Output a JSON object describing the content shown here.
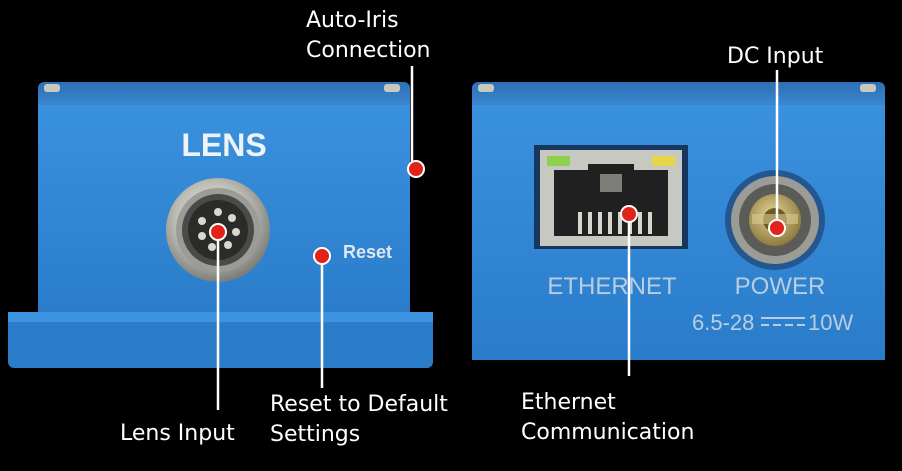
{
  "colors": {
    "background": "#000000",
    "housing_blue": "#2f86d6",
    "housing_dark": "#1d5fa6",
    "marker_red": "#e2231a",
    "leader_white": "#ffffff",
    "connector_metal": "#c9c9c4",
    "led_green": "#8fd14f",
    "led_yellow": "#e6d64a"
  },
  "left_unit": {
    "port_label": "LENS",
    "button_label": "Reset"
  },
  "right_unit": {
    "ethernet_label": "ETHERNET",
    "power_label": "POWER",
    "power_rating_left": "6.5-28",
    "power_rating_right": "10W"
  },
  "callouts": {
    "auto_iris": {
      "line1": "Auto-Iris",
      "line2": "Connection"
    },
    "lens_input": {
      "line1": "Lens Input"
    },
    "reset": {
      "line1": "Reset to Default",
      "line2": "Settings"
    },
    "dc_input": {
      "line1": "DC Input"
    },
    "ethernet": {
      "line1": "Ethernet",
      "line2": "Communication"
    }
  }
}
